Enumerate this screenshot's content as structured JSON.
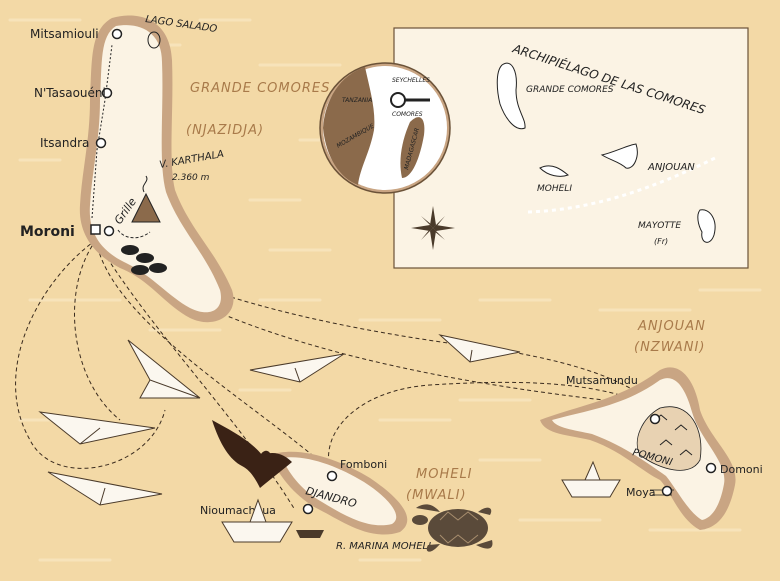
{
  "inset": {
    "title": "ARCHIPIÉLAGO DE LAS COMORES",
    "islands": [
      "GRANDE COMORES",
      "MOHELI",
      "ANJOUAN",
      "MAYOTTE"
    ],
    "mayotte_note": "(Fr)",
    "globe": [
      "SEYCHELLES",
      "TANZANIA",
      "COMORES",
      "MOZAMBIQUE",
      "MADAGASCAR"
    ]
  },
  "grande_comores": {
    "title": "GRANDE COMORES",
    "subtitle": "(NJAZIDJA)",
    "places": [
      "Mitsamiouli",
      "N'Tasaouéni",
      "Itsandra",
      "Moroni"
    ],
    "lake": "LAGO SALADO",
    "volcano": "V. KARTHALA",
    "volcano_height": "2.360 m",
    "grille": "Grille"
  },
  "anjouan": {
    "title": "ANJOUAN",
    "subtitle": "(NZWANI)",
    "places": [
      "Mutsamundu",
      "Domoni",
      "Moya"
    ],
    "area": "POMONI"
  },
  "moheli": {
    "title": "MOHELI",
    "subtitle": "(MWALI)",
    "places": [
      "Fomboni",
      "Nioumachoua"
    ],
    "area": "DJANDRO",
    "park": "R. MARINA MOHELI"
  },
  "colors": {
    "background": "#f3d9a6",
    "land": "#fbf3e4",
    "land_halo": "#c9a583",
    "ink": "#222222",
    "region_label": "#a87a4a",
    "inset_bg": "#fbf3e4",
    "inset_border": "#6b5238"
  }
}
